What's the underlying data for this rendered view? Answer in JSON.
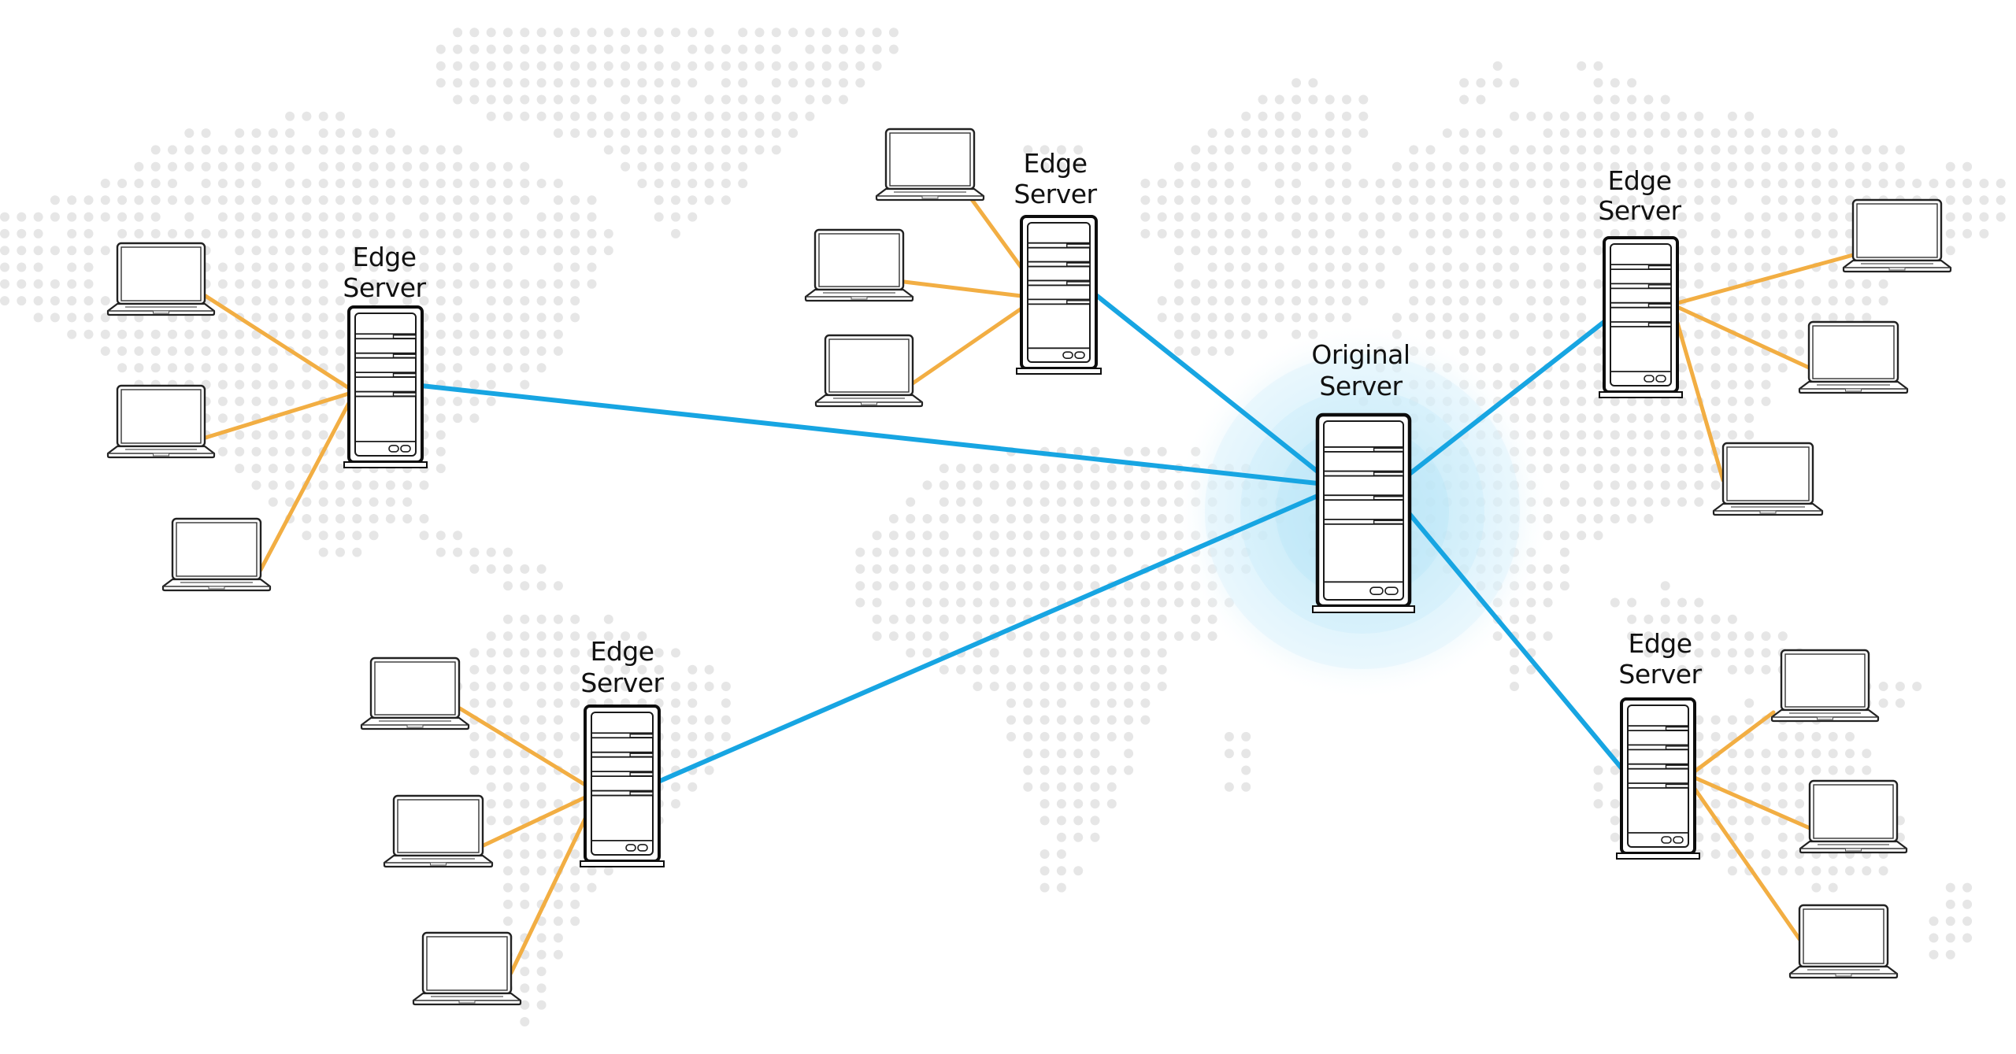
{
  "diagram": {
    "type": "cdn-network-topology",
    "background": "dotted-world-map",
    "colors": {
      "backbone_link": "#17a5e2",
      "client_link": "#f2ae43",
      "map_dot": "#e6e6e6",
      "origin_glow": "#bfe6f7",
      "outline": "#0d0d0d",
      "background": "#ffffff"
    },
    "origin": {
      "id": "origin",
      "label_line1": "Original",
      "label_line2": "Server",
      "icon": "server-tower-icon",
      "highlight": "glow"
    },
    "edge_servers": [
      {
        "id": "edge-west",
        "label_line1": "Edge",
        "label_line2": "Server",
        "icon": "server-tower-icon",
        "clients": 3,
        "region": "west"
      },
      {
        "id": "edge-north",
        "label_line1": "Edge",
        "label_line2": "Server",
        "icon": "server-tower-icon",
        "clients": 3,
        "region": "north"
      },
      {
        "id": "edge-northeast",
        "label_line1": "Edge",
        "label_line2": "Server",
        "icon": "server-tower-icon",
        "clients": 3,
        "region": "northeast"
      },
      {
        "id": "edge-southwest",
        "label_line1": "Edge",
        "label_line2": "Server",
        "icon": "server-tower-icon",
        "clients": 3,
        "region": "southwest"
      },
      {
        "id": "edge-southeast",
        "label_line1": "Edge",
        "label_line2": "Server",
        "icon": "server-tower-icon",
        "clients": 3,
        "region": "southeast"
      }
    ],
    "backbone_links": [
      {
        "from": "origin",
        "to": "edge-west"
      },
      {
        "from": "origin",
        "to": "edge-north"
      },
      {
        "from": "origin",
        "to": "edge-northeast"
      },
      {
        "from": "origin",
        "to": "edge-southwest"
      },
      {
        "from": "origin",
        "to": "edge-southeast"
      }
    ],
    "client_icon": "laptop-icon",
    "client_count_total": 15
  }
}
